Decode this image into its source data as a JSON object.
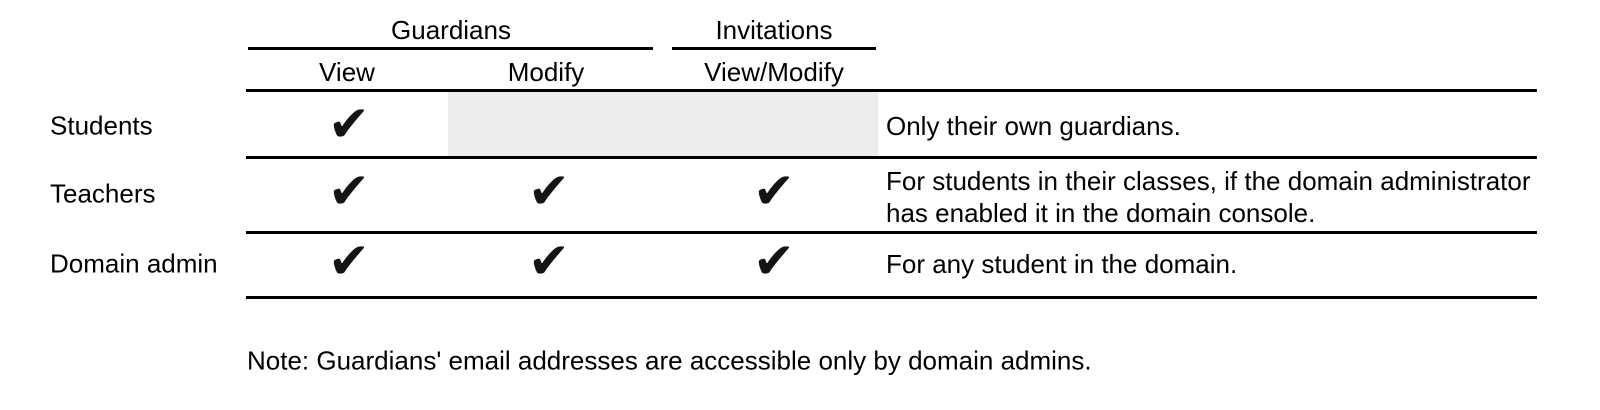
{
  "table": {
    "groups": [
      {
        "label": "Guardians"
      },
      {
        "label": "Invitations"
      }
    ],
    "columns": [
      {
        "label": "View"
      },
      {
        "label": "Modify"
      },
      {
        "label": "View/Modify"
      }
    ],
    "rows": [
      {
        "label": "Students",
        "guardians_view": true,
        "guardians_modify": false,
        "invitations_view_modify": false,
        "note": [
          "Only their own guardians."
        ]
      },
      {
        "label": "Teachers",
        "guardians_view": true,
        "guardians_modify": true,
        "invitations_view_modify": true,
        "note": [
          "For students in their classes, if the domain administrator",
          "has enabled it in the domain console."
        ]
      },
      {
        "label": "Domain admin",
        "guardians_view": true,
        "guardians_modify": true,
        "invitations_view_modify": true,
        "note": [
          "For any student in the domain."
        ]
      }
    ]
  },
  "glyphs": {
    "check": "✔"
  },
  "colors": {
    "disabled_cell": "#ececec",
    "rule": "#000000",
    "check": "#141414",
    "text": "#000000",
    "background": "#ffffff"
  },
  "footnote": "Note: Guardians' email addresses are accessible only by domain admins."
}
